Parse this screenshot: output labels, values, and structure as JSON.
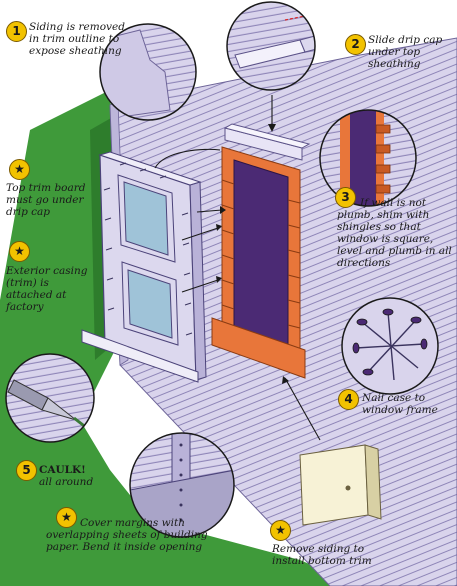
{
  "callouts": [
    {
      "marker": "1",
      "text": "Siding is removed in trim outline to expose sheathing"
    },
    {
      "marker": "2",
      "text": "Slide drip cap under top sheathing"
    },
    {
      "marker": "3",
      "text": "If wall is not plumb, shim with shingles so that window is square, level and plumb in all directions"
    },
    {
      "marker": "4",
      "text": "Nail case to window frame"
    },
    {
      "marker": "5",
      "lead": "CAULK!",
      "text": "all around"
    },
    {
      "marker": "★",
      "text": "Top trim board must go under drip cap"
    },
    {
      "marker": "★",
      "text": "Exterior casing (trim) is attached at factory"
    },
    {
      "marker": "★",
      "text": "Cover margins with overlapping sheets of building paper. Bend it inside opening"
    },
    {
      "marker": "★",
      "text": "Remove siding to install bottom trim"
    }
  ],
  "icons": {
    "marker_star": "star-icon"
  },
  "colors": {
    "siding": "#d9d4ec",
    "siding_line": "#8f86b8",
    "trim": "#e8763a",
    "sheathing": "#4b2a74",
    "grass": "#3f9a3a",
    "badge": "#f2c200",
    "window_frame": "#dcd8ee",
    "glass": "#9fc3d8"
  }
}
